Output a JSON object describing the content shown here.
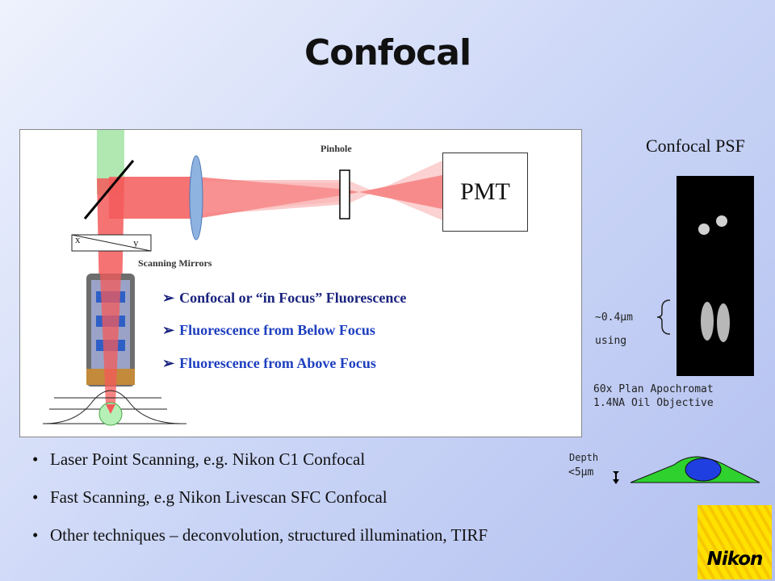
{
  "title": "Confocal",
  "diagram": {
    "pinhole_label": "Pinhole",
    "pmt_label": "PMT",
    "scanning_mirrors_label": "Scanning Mirrors",
    "axis_x": "x",
    "axis_y": "y",
    "legend": [
      {
        "arrow": "➢",
        "text": "Confocal or “in Focus” Fluorescence",
        "color": "#1a237e"
      },
      {
        "arrow": "➢",
        "text": "Fluorescence from Below Focus",
        "color": "#1e3fbf"
      },
      {
        "arrow": "➢",
        "text": "Fluorescence from Above Focus",
        "color": "#1e3fbf"
      }
    ],
    "beam_color": "#f45a5a",
    "excitation_color": "#a8e6a8"
  },
  "psf": {
    "title": "Confocal PSF",
    "size_label": "~0.4µm",
    "using_label": "using",
    "objective_line1": "60x Plan Apochromat",
    "objective_line2": "1.4NA Oil Objective"
  },
  "depth": {
    "label1": "Depth",
    "label2": "<5µm"
  },
  "bullets": [
    "Laser Point Scanning, e.g. Nikon C1 Confocal",
    "Fast Scanning, e.g Nikon Livescan SFC Confocal",
    "Other techniques – deconvolution, structured illumination, TIRF"
  ],
  "logo": {
    "text": "Nikon",
    "color": "#ffe100"
  }
}
